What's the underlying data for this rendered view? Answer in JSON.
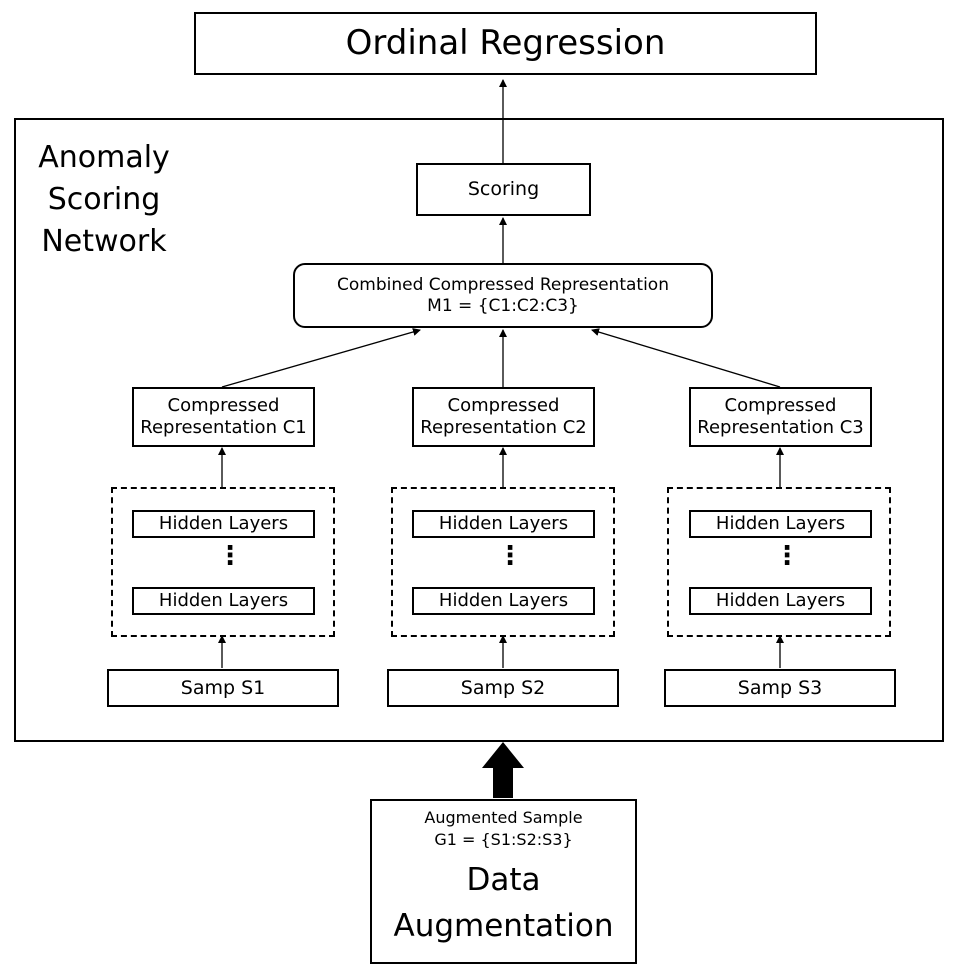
{
  "ordinal_regression": "Ordinal Regression",
  "network": {
    "title_line1": "Anomaly",
    "title_line2": "Scoring",
    "title_line3": "Network"
  },
  "scoring": "Scoring",
  "combined": {
    "line1": "Combined Compressed Representation",
    "line2": "M1 = {C1:C2:C3}"
  },
  "branches": [
    {
      "compressed_line1": "Compressed",
      "compressed_line2": "Representation C1",
      "hidden_top": "Hidden Layers",
      "hidden_bottom": "Hidden Layers",
      "ellipsis": "⋮",
      "sample": "Samp S1"
    },
    {
      "compressed_line1": "Compressed",
      "compressed_line2": "Representation C2",
      "hidden_top": "Hidden Layers",
      "hidden_bottom": "Hidden Layers",
      "ellipsis": "⋮",
      "sample": "Samp S2"
    },
    {
      "compressed_line1": "Compressed",
      "compressed_line2": "Representation C3",
      "hidden_top": "Hidden Layers",
      "hidden_bottom": "Hidden Layers",
      "ellipsis": "⋮",
      "sample": "Samp S3"
    }
  ],
  "augmentation": {
    "sample_line1": "Augmented Sample",
    "sample_line2": "G1 = {S1:S2:S3}",
    "title_line1": "Data",
    "title_line2": "Augmentation"
  }
}
